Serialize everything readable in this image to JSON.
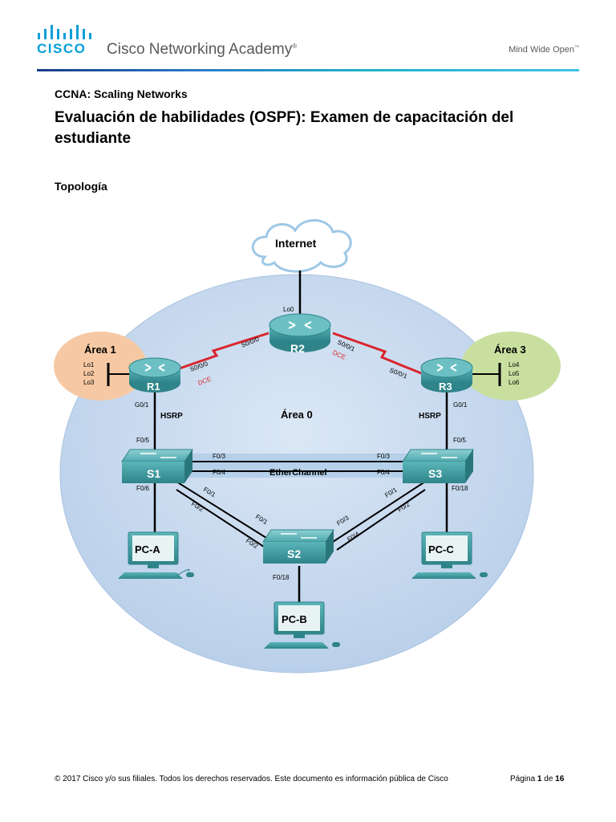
{
  "header": {
    "brand": "CISCO",
    "academy_name": "Cisco Networking Academy",
    "trademark": "®",
    "tagline": "Mind Wide Open",
    "tagline_tm": "™",
    "colors": {
      "brand_blue": "#049fd9",
      "gray_text": "#5a5a5a"
    }
  },
  "document": {
    "course": "CCNA: Scaling Networks",
    "title": "Evaluación de habilidades (OSPF): Examen de capacitación del estudiante",
    "section_heading": "Topología"
  },
  "topology": {
    "cloud": "Internet",
    "areas": {
      "area0": "Área 0",
      "area1": "Área 1",
      "area3": "Área 3"
    },
    "routers": {
      "r1": {
        "label": "R1",
        "loopbacks": [
          "Lo1",
          "Lo2",
          "Lo3"
        ],
        "g_port": "G0/1"
      },
      "r2": {
        "label": "R2",
        "loopback": "Lo0",
        "left_port": "S0/0/0",
        "right_port": "S0/0/1"
      },
      "r3": {
        "label": "R3",
        "loopbacks": [
          "Lo4",
          "Lo5",
          "Lo6"
        ],
        "g_port": "G0/1"
      }
    },
    "serial_links": {
      "r1_port": "S0/0/0",
      "r1_dce": "DCE",
      "r2_left": "S0/0/0",
      "r2_right": "S0/0/1",
      "r2_dce": "DCE",
      "r3_port": "S0/0/1"
    },
    "hsrp_left": "HSRP",
    "hsrp_right": "HSRP",
    "switches": {
      "s1": {
        "label": "S1",
        "uplink": "F0/5",
        "pc_port": "F0/6",
        "f03": "F0/3",
        "f04": "F0/4",
        "f01": "F0/1",
        "f02": "F0/2"
      },
      "s2": {
        "label": "S2",
        "pc_port": "F0/18",
        "f01": "F0/1",
        "f02": "F0/2",
        "f03": "F0/3",
        "f04": "F0/4"
      },
      "s3": {
        "label": "S3",
        "uplink": "F0/5",
        "pc_port": "F0/18",
        "f03": "F0/3",
        "f04": "F0/4",
        "f01": "F0/1",
        "f02": "F0/2"
      }
    },
    "etherchannel": "EtherChannel",
    "pcs": {
      "pca": "PC-A",
      "pcb": "PC-B",
      "pcc": "PC-C"
    },
    "colors": {
      "area0_fill": "#c6d9ee",
      "area1_fill": "#f6c9a4",
      "area3_fill": "#c9dfa0",
      "device_teal": "#3b9ba1",
      "serial_red": "#d9262c"
    }
  },
  "footer": {
    "copyright": "© 2017 Cisco y/o sus filiales. Todos los derechos reservados. Este documento es información pública de Cisco",
    "page_prefix": "Página",
    "page_current": "1",
    "page_of": "de",
    "page_total": "16"
  }
}
